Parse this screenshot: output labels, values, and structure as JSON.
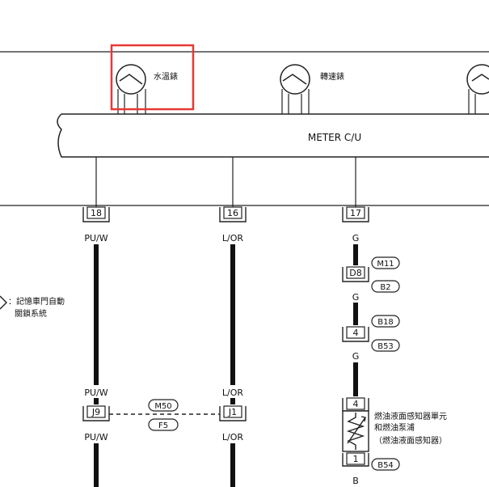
{
  "meters": {
    "water_temp": "水溫錶",
    "tach": "轉速錶"
  },
  "control_unit": "METER C/U",
  "pins": {
    "left": "18",
    "mid": "16",
    "right": "17"
  },
  "wires": {
    "left_top": "PU/W",
    "mid_top": "L/OR",
    "right_top": "G",
    "right_after_d8": "G",
    "right_after_4": "G",
    "left_bottom_upper": "PU/W",
    "left_bottom_lower": "PU/W",
    "mid_bottom_upper": "L/OR",
    "mid_bottom_lower": "L/OR",
    "right_bottom": "B"
  },
  "connectors": {
    "d8": "D8",
    "c4_top": "4",
    "j9": "J9",
    "j1": "J1",
    "sensor_top": "4",
    "sensor_bottom": "1"
  },
  "ovals": {
    "m11": "M11",
    "b2": "B2",
    "b18": "B18",
    "b53": "B53",
    "m50": "M50",
    "f5": "F5",
    "b54": "B54"
  },
  "side_reference": {
    "line1": "：記憶車門自動",
    "line2": "關鎖系統"
  },
  "sensor": {
    "line1": "燃油液面感知器單元",
    "line2": "和燃油泵浦",
    "line3": "（燃油液面感知器）"
  }
}
